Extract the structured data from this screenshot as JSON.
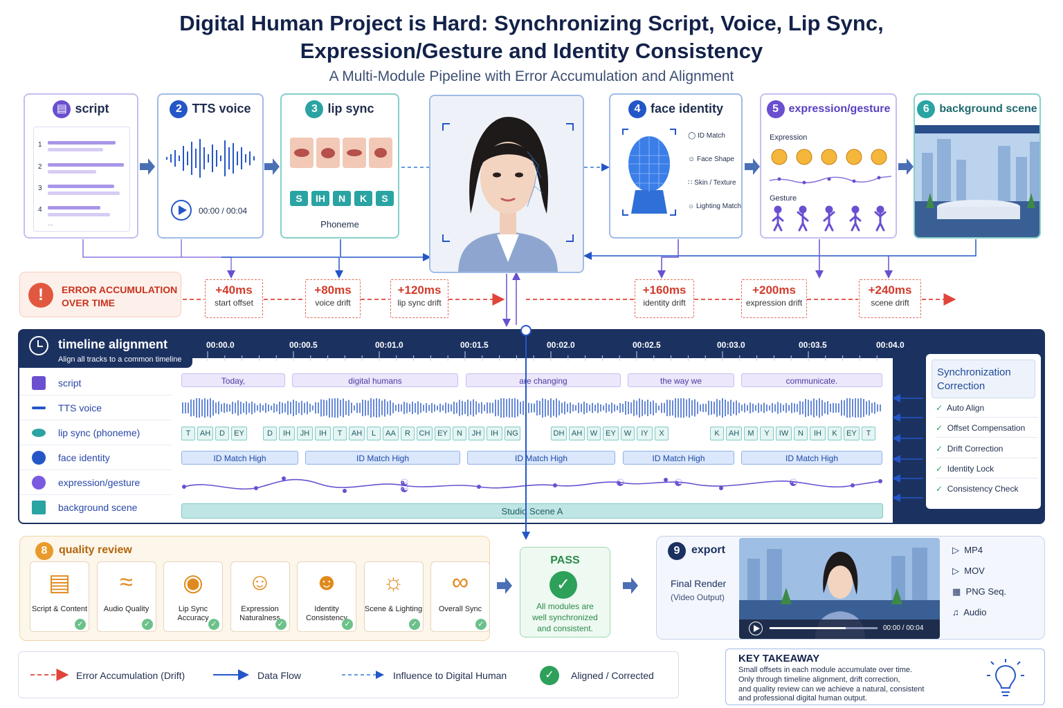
{
  "header": {
    "title_line1": "Digital Human Project is Hard: Synchronizing Script, Voice, Lip Sync,",
    "title_line2": "Expression/Gesture and Identity Consistency",
    "subtitle": "A Multi-Module Pipeline with Error Accumulation and Alignment"
  },
  "modules": {
    "script": {
      "label": "script",
      "lines": [
        "1",
        "2",
        "3",
        "4",
        "..."
      ]
    },
    "tts": {
      "num": "2",
      "label": "TTS voice",
      "time": "00:00 / 00:04"
    },
    "lip": {
      "num": "3",
      "label": "lip sync",
      "phonemes": [
        "S",
        "IH",
        "N",
        "K",
        "S"
      ],
      "caption": "Phoneme"
    },
    "face": {
      "num": "4",
      "label": "face identity",
      "items": [
        "ID Match",
        "Face Shape",
        "Skin / Texture",
        "Lighting Match"
      ]
    },
    "expr": {
      "num": "5",
      "label": "expression/gesture",
      "expression_label": "Expression",
      "gesture_label": "Gesture"
    },
    "bg": {
      "num": "6",
      "label": "background scene"
    }
  },
  "error": {
    "label_line1": "ERROR ACCUMULATION",
    "label_line2": "OVER TIME",
    "drifts": [
      {
        "value": "+40ms",
        "label": "start offset"
      },
      {
        "value": "+80ms",
        "label": "voice drift"
      },
      {
        "value": "+120ms",
        "label": "lip sync drift"
      },
      {
        "value": "+160ms",
        "label": "identity drift"
      },
      {
        "value": "+200ms",
        "label": "expression drift"
      },
      {
        "value": "+240ms",
        "label": "scene drift"
      }
    ]
  },
  "timeline": {
    "title": "timeline alignment",
    "subtitle": "Align all tracks to a common timeline",
    "ticks": [
      "00:00.0",
      "00:00.5",
      "00:01.0",
      "00:01.5",
      "00:02.0",
      "00:02.5",
      "00:03.0",
      "00:03.5",
      "00:04.0"
    ],
    "tracks": [
      "script",
      "TTS voice",
      "lip sync (phoneme)",
      "face identity",
      "expression/gesture",
      "background scene"
    ],
    "script_words": [
      "Today,",
      "digital humans",
      "are changing",
      "the way we",
      "communicate."
    ],
    "phonemes": [
      "T",
      "AH",
      "D",
      "EY",
      "D",
      "IH",
      "JH",
      "IH",
      "T",
      "AH",
      "L",
      "AA",
      "R",
      "CH",
      "EY",
      "N",
      "JH",
      "IH",
      "NG",
      "DH",
      "AH",
      "W",
      "EY",
      "W",
      "IY",
      "X",
      "K",
      "AH",
      "M",
      "Y",
      "IW",
      "N",
      "IH",
      "K",
      "EY",
      "T"
    ],
    "identity_segments": [
      "ID Match High",
      "ID Match High",
      "ID Match High",
      "ID Match High",
      "ID Match High"
    ],
    "scene": "Studio Scene A"
  },
  "sync": {
    "title_line1": "Synchronization",
    "title_line2": "Correction",
    "items": [
      "Auto Align",
      "Offset Compensation",
      "Drift Correction",
      "Identity Lock",
      "Consistency Check"
    ]
  },
  "quality": {
    "num": "8",
    "label": "quality review",
    "checks": [
      [
        "Script & Content"
      ],
      [
        "Audio Quality"
      ],
      [
        "Lip Sync Accuracy"
      ],
      [
        "Expression",
        "Naturalness"
      ],
      [
        "Identity",
        "Consistency"
      ],
      [
        "Scene & Lighting"
      ],
      [
        "Overall Sync"
      ]
    ]
  },
  "pass": {
    "label": "PASS",
    "line1": "All modules are",
    "line2": "well synchronized",
    "line3": "and consistent."
  },
  "export": {
    "num": "9",
    "label": "export",
    "final": "Final Render",
    "output": "(Video Output)",
    "time": "00:00 / 00:04",
    "formats": [
      "MP4",
      "MOV",
      "PNG Seq.",
      "Audio"
    ]
  },
  "legend": {
    "drift": "Error Accumulation (Drift)",
    "flow": "Data Flow",
    "influence": "Influence to Digital Human",
    "aligned": "Aligned / Corrected"
  },
  "takeaway": {
    "title": "KEY TAKEAWAY",
    "line1": "Small offsets in each module accumulate over time.",
    "line2": "Only through timeline alignment, drift correction,",
    "line3": "and quality review can we achieve a natural, consistent",
    "line4": "and professional digital human output."
  },
  "colors": {
    "navy": "#13224a",
    "purple": "#6a4fd0",
    "teal": "#2aa3a3",
    "blue": "#2456c8",
    "red": "#d23b2b",
    "green": "#2da05a",
    "orange": "#e08a1e"
  }
}
